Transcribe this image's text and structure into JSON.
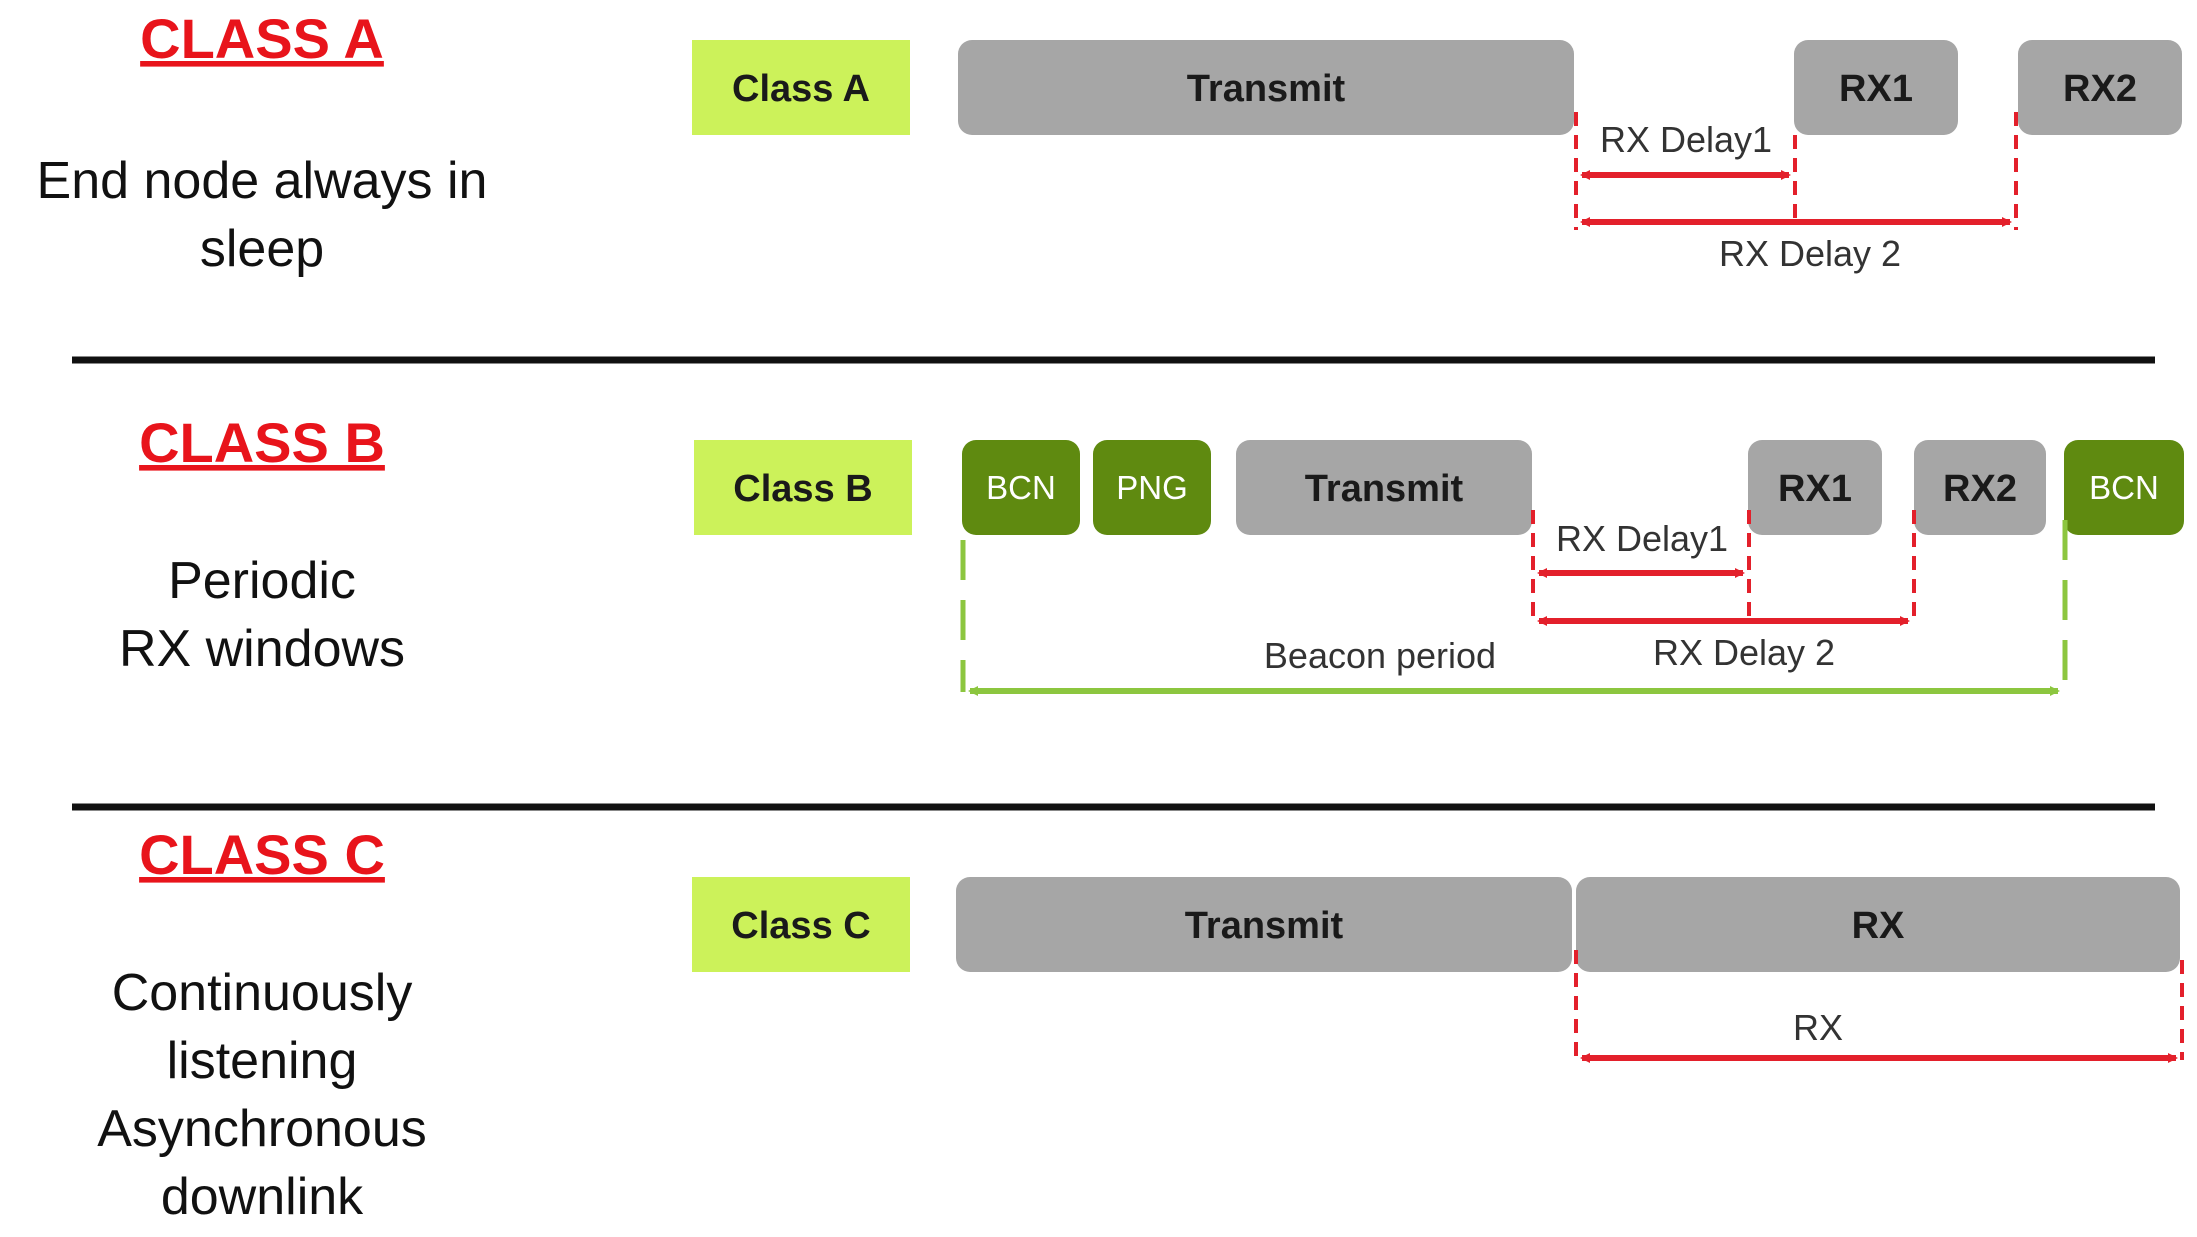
{
  "colors": {
    "heading": "#e8141b",
    "tag": "#ccf25a",
    "box_gray": "#a6a6a6",
    "box_green": "#5f8a10",
    "rx_arrow": "#e3202b",
    "beacon_arrow": "#8cc63f",
    "divider": "#111111"
  },
  "class_a": {
    "heading": "CLASS A",
    "desc_lines": [
      "End node always in",
      "sleep"
    ],
    "tag": "Class A",
    "transmit": "Transmit",
    "rx1": "RX1",
    "rx2": "RX2",
    "rx_delay1": "RX Delay1",
    "rx_delay2": "RX Delay 2"
  },
  "class_b": {
    "heading": "CLASS B",
    "desc_lines": [
      "Periodic",
      "RX windows"
    ],
    "tag": "Class B",
    "bcn": "BCN",
    "png": "PNG",
    "transmit": "Transmit",
    "rx1": "RX1",
    "rx2": "RX2",
    "bcn_end": "BCN",
    "rx_delay1": "RX Delay1",
    "rx_delay2": "RX Delay 2",
    "beacon_period": "Beacon period"
  },
  "class_c": {
    "heading": "CLASS C",
    "desc_lines": [
      "Continuously",
      "listening",
      "Asynchronous",
      "downlink"
    ],
    "tag": "Class C",
    "transmit": "Transmit",
    "rx": "RX",
    "rx_span": "RX"
  }
}
